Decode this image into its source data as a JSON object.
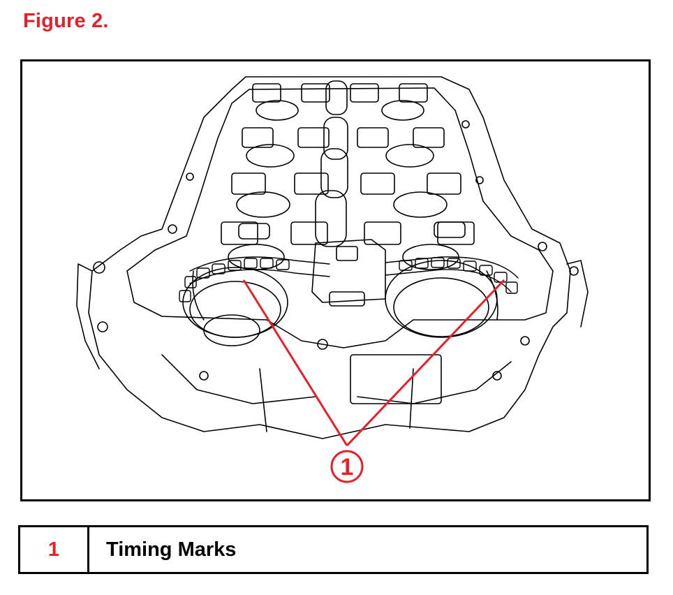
{
  "figure": {
    "title": "Figure 2."
  },
  "callout": {
    "number": "1"
  },
  "legend": {
    "items": [
      {
        "number": "1",
        "label": "Timing Marks"
      }
    ]
  },
  "colors": {
    "accent": "#e8202a",
    "line": "#000000"
  }
}
